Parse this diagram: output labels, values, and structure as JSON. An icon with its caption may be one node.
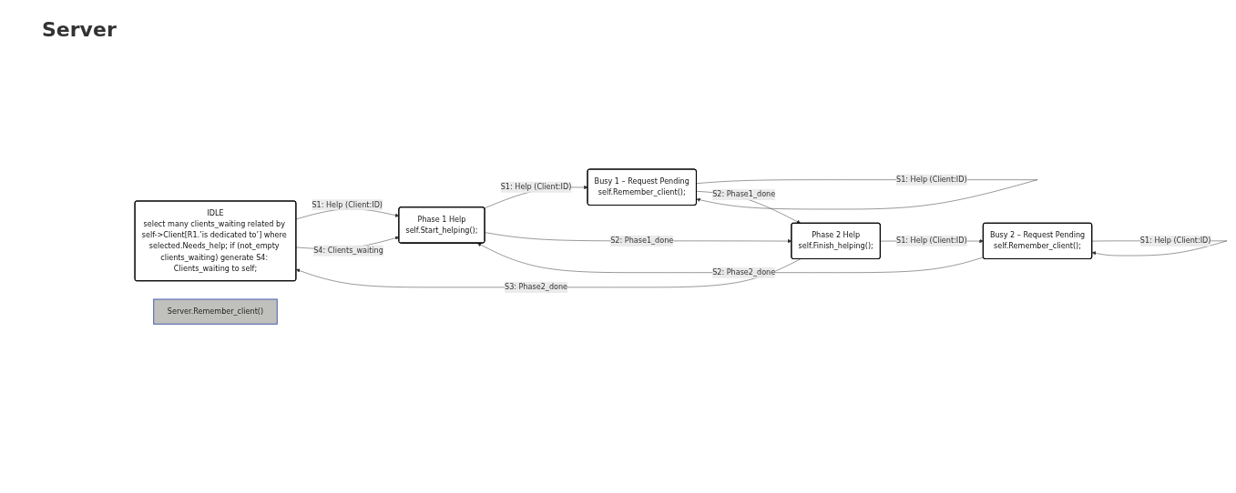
{
  "diagram": {
    "title": "Server",
    "nodes": [
      {
        "text": [
          "IDLE",
          "select many clients_waiting related by self->Client[R1.’is dedicated to’] where selected.Needs_help; if (not_empty clients_waiting) generate S4: Clients_waiting to self;"
        ]
      },
      {
        "text": [
          "Phase 1 Help",
          "self.Start_helping();"
        ]
      },
      {
        "text": [
          "Busy 1 – Request Pending",
          "self.Remember_client();"
        ]
      },
      {
        "text": [
          "Phase 2 Help",
          "self.Finish_helping();"
        ]
      },
      {
        "text": [
          "Busy 2 – Request Pending",
          "self.Remember_client();"
        ]
      },
      {
        "text": [
          "Server.Remember_client()"
        ]
      }
    ],
    "edges": [
      {
        "from": 0,
        "to": 1,
        "arrow": "to",
        "label": "S1: Help (Client:ID)"
      },
      {
        "from": 0,
        "to": 1,
        "arrow": "to",
        "label": "S4: Clients_waiting"
      },
      {
        "from": 1,
        "to": 2,
        "arrow": "to",
        "label": "S1: Help (Client:ID)"
      },
      {
        "from": 2,
        "to": 2,
        "arrow": "to",
        "label": "S1: Help (Client:ID)"
      },
      {
        "from": 1,
        "to": 3,
        "arrow": "to",
        "label": "S2: Phase1_done"
      },
      {
        "from": 2,
        "to": 3,
        "arrow": "to",
        "label": "S2: Phase1_done"
      },
      {
        "from": 3,
        "to": 4,
        "arrow": "to",
        "label": "S1: Help (Client:ID)"
      },
      {
        "from": 4,
        "to": 4,
        "arrow": "to",
        "label": "S1: Help (Client:ID)"
      },
      {
        "from": 4,
        "to": 1,
        "arrow": "to",
        "label": "S2: Phase2_done"
      },
      {
        "from": 3,
        "to": 0,
        "arrow": "to",
        "label": "S3: Phase2_done"
      }
    ]
  }
}
